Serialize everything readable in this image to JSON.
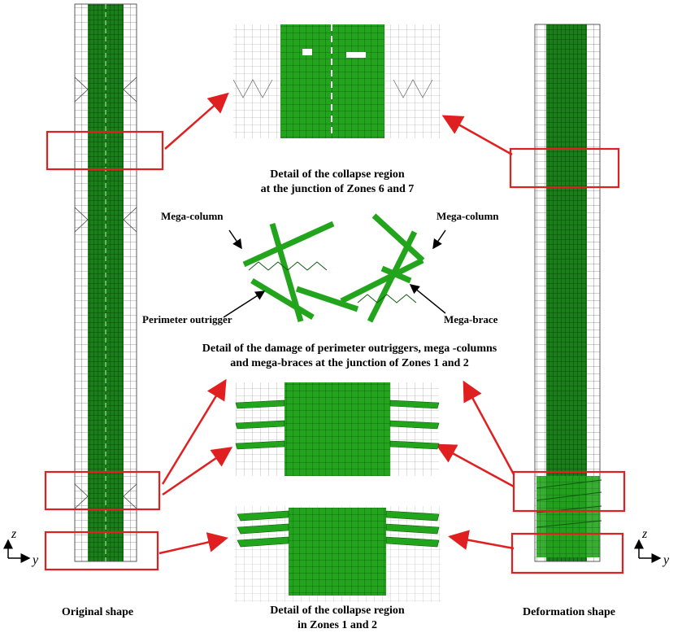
{
  "captions": {
    "original_shape": "Original shape",
    "deformation_shape": "Deformation shape",
    "detail_zone67_line1": "Detail of the collapse region",
    "detail_zone67_line2": "at the junction of Zones 6 and 7",
    "detail_outrigger_line1": "Detail of the damage of perimeter outriggers, mega -columns",
    "detail_outrigger_line2": "and mega-braces at the junction of Zones 1 and 2",
    "detail_zone12_line1": "Detail of the collapse region",
    "detail_zone12_line2": "in Zones 1 and 2"
  },
  "labels": {
    "mega_column_left": "Mega-column",
    "mega_column_right": "Mega-column",
    "perimeter_outrigger": "Perimeter outrigger",
    "mega_brace": "Mega-brace"
  },
  "axes": {
    "z": "z",
    "y": "y"
  },
  "colors": {
    "core_green": "#22a51c",
    "frame_grey": "#555555",
    "highlight_red": "#e02020"
  }
}
